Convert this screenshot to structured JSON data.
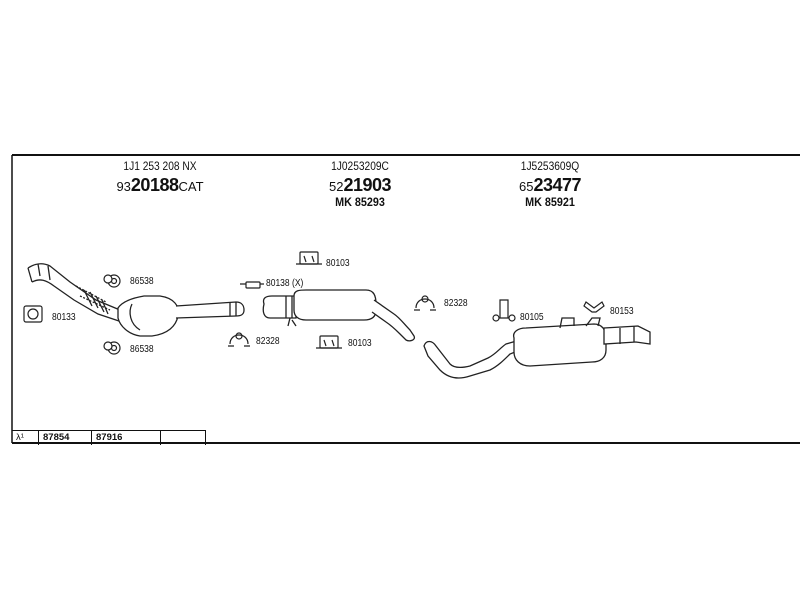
{
  "groups": [
    {
      "oem": "1J1 253 208 NX",
      "prefix": "93",
      "main": "20188",
      "suffix": "CAT",
      "mk": ""
    },
    {
      "oem": "1J0253209C",
      "prefix": "52",
      "main": "21903",
      "suffix": "",
      "mk": "MK  85293"
    },
    {
      "oem": "1J5253609Q",
      "prefix": "65",
      "main": "23477",
      "suffix": "",
      "mk": "MK  85921"
    }
  ],
  "labels": {
    "l86538a": "86538",
    "l80133": "80133",
    "l86538b": "86538",
    "l80138": "80138 (X)",
    "l82328a": "82328",
    "l80103a": "80103",
    "l80103b": "80103",
    "l82328b": "82328",
    "l80105": "80105",
    "l80153": "80153"
  },
  "table": {
    "lambda": "λ¹",
    "c1": "87854",
    "c2": "87916",
    "c3": ""
  }
}
